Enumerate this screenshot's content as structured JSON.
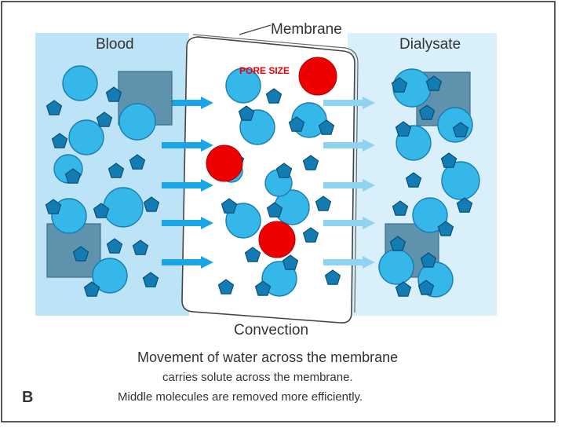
{
  "labels": {
    "blood": "Blood",
    "dialysate": "Dialysate",
    "membrane": "Membrane",
    "pore_size": "PORE SIZE",
    "convection": "Convection",
    "panel_letter": "B"
  },
  "caption": {
    "line1": "Movement of water across the membrane",
    "line2": "carries solute across the membrane.",
    "line3": "Middle molecules are removed more efficiently."
  },
  "colors": {
    "blood_bg": "#bde3f6",
    "dialysate_bg": "#d9f0fb",
    "molecule_circle": "#36b7ea",
    "molecule_square": "#5f93ad",
    "molecule_pentagon": "#137cb3",
    "pore_marker": "#ee0000",
    "arrow_left": "#1aa5e6",
    "arrow_right": "#8fd3f3"
  }
}
